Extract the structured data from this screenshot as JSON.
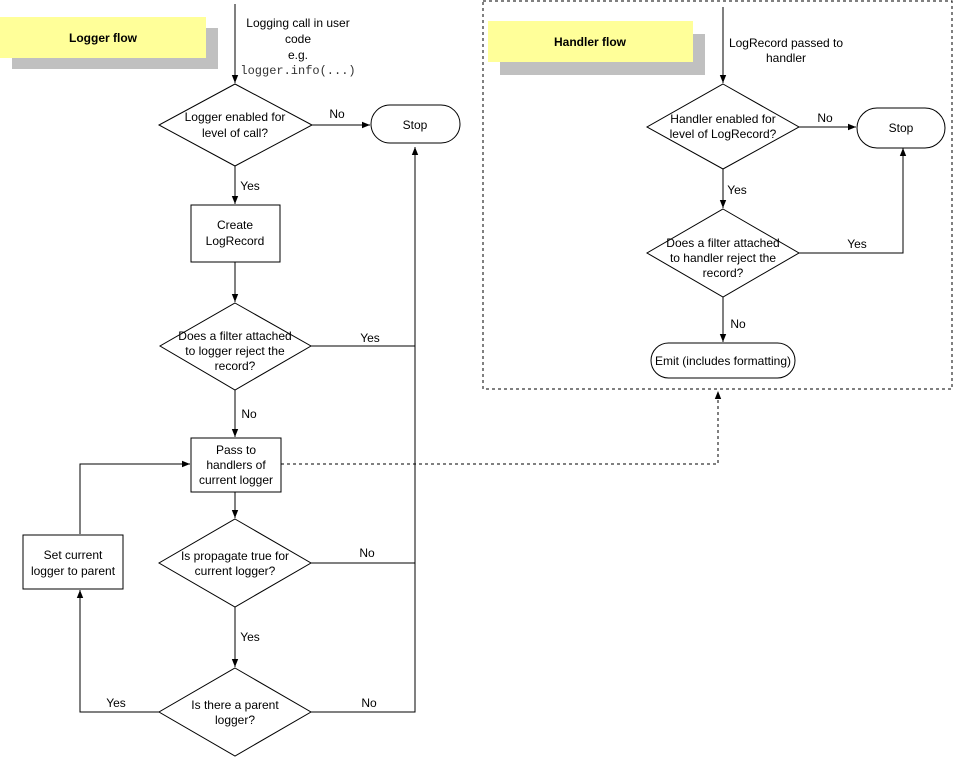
{
  "colors": {
    "banner": "#ffff99",
    "banner_shadow": "#c0c0c0",
    "line": "#000000"
  },
  "logger_flow": {
    "title": "Logger flow",
    "entry": [
      "Logging call in user",
      "code",
      "e.g."
    ],
    "entry_code": "logger.info(...)",
    "enabled_decision": [
      "Logger enabled for",
      "level of call?"
    ],
    "stop": "Stop",
    "create_record": [
      "Create",
      "LogRecord"
    ],
    "filter_decision": [
      "Does a filter attached",
      "to logger reject the",
      "record?"
    ],
    "pass_handlers": [
      "Pass to",
      "handlers of",
      "current logger"
    ],
    "propagate_decision": [
      "Is propagate true for",
      "current logger?"
    ],
    "parent_decision": [
      "Is there a parent",
      "logger?"
    ],
    "set_parent": [
      "Set current",
      "logger to parent"
    ],
    "labels": {
      "enabled_no": "No",
      "enabled_yes": "Yes",
      "filter_yes": "Yes",
      "filter_no": "No",
      "propagate_no": "No",
      "propagate_yes": "Yes",
      "parent_yes": "Yes",
      "parent_no": "No"
    }
  },
  "handler_flow": {
    "title": "Handler flow",
    "entry": [
      "LogRecord passed to",
      "handler"
    ],
    "enabled_decision": [
      "Handler enabled for",
      "level of LogRecord?"
    ],
    "stop": "Stop",
    "filter_decision": [
      "Does a filter attached",
      "to handler reject the",
      "record?"
    ],
    "emit": "Emit (includes formatting)",
    "labels": {
      "enabled_no": "No",
      "enabled_yes": "Yes",
      "filter_yes": "Yes",
      "filter_no": "No"
    }
  }
}
